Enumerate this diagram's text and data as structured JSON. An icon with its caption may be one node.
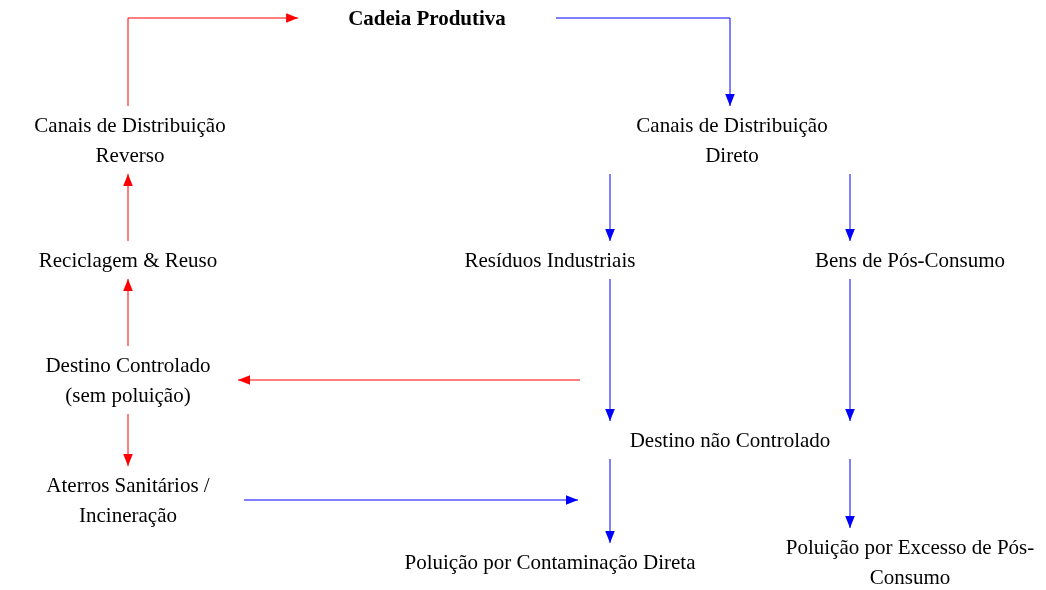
{
  "diagram": {
    "nodes": [
      {
        "text": [
          "Cadeia Produtiva"
        ]
      },
      {
        "text": [
          "Canais de Distribuição Reverso"
        ]
      },
      {
        "text": [
          "Canais de Distribuição Direto"
        ]
      },
      {
        "text": [
          "Reciclagem & Reuso"
        ]
      },
      {
        "text": [
          "Resíduos Industriais"
        ]
      },
      {
        "text": [
          "Bens de Pós-Consumo"
        ]
      },
      {
        "text": [
          "Destino Controlado (sem poluição)"
        ]
      },
      {
        "text": [
          "Destino não Controlado"
        ]
      },
      {
        "text": [
          "Aterros Sanitários / Incineração"
        ]
      },
      {
        "text": [
          "Poluição por Contaminação Direta"
        ]
      },
      {
        "text": [
          "Poluição por Excesso de Pós-Consumo"
        ]
      }
    ],
    "edges": [
      {
        "from": 1,
        "to": 0,
        "arrow": "to",
        "color": "#ff0000"
      },
      {
        "from": 0,
        "to": 2,
        "arrow": "to"
      },
      {
        "from": 2,
        "to": 4,
        "arrow": "to"
      },
      {
        "from": 2,
        "to": 5,
        "arrow": "to"
      },
      {
        "from": 4,
        "to": 7,
        "arrow": "to"
      },
      {
        "from": 5,
        "to": 7,
        "arrow": "to"
      },
      {
        "from": null,
        "to": 6,
        "arrow": "to",
        "color": "#ff0000"
      },
      {
        "from": 6,
        "to": 3,
        "arrow": "to",
        "color": "#ff0000"
      },
      {
        "from": 3,
        "to": 1,
        "arrow": "to",
        "color": "#ff0000"
      },
      {
        "from": 6,
        "to": 8,
        "arrow": "to",
        "color": "#ff0000"
      },
      {
        "from": 8,
        "to": null,
        "arrow": "to"
      },
      {
        "from": 7,
        "to": 9,
        "arrow": "to"
      },
      {
        "from": 7,
        "to": 10,
        "arrow": "to"
      }
    ]
  }
}
